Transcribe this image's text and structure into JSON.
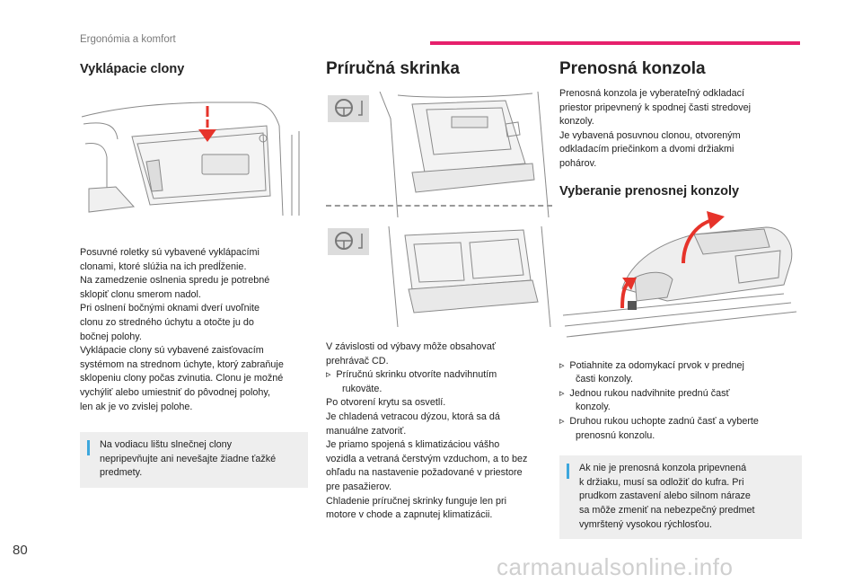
{
  "header": {
    "section": "Ergonómia a komfort",
    "accent": "#e6206c"
  },
  "page_number": "80",
  "watermark": "carmanualsonline.info",
  "col1": {
    "title": "Vyklápacie clony",
    "lines": [
      "Posuvné roletky sú vybavené vyklápacími",
      "clonami, ktoré slúžia na ich predĺženie.",
      "Na zamedzenie oslnenia spredu je potrebné",
      "sklopiť clonu smerom nadol.",
      "Pri oslnení bočnými oknami dverí uvoľnite",
      "clonu zo stredného úchytu a otočte ju do",
      "bočnej polohy.",
      "Vyklápacie clony sú vybavené zaisťovacím",
      "systémom na strednom úchyte, ktorý zabraňuje",
      "sklopeniu clony počas zvinutia. Clonu je možné",
      "vychýliť alebo umiestniť do pôvodnej polohy,",
      "len ak je vo zvislej polohe."
    ],
    "note": [
      "Na vodiacu lištu slnečnej clony",
      "nepripevňujte ani nevešajte žiadne ťažké",
      "predmety."
    ]
  },
  "col2": {
    "title": "Príručná skrinka",
    "lines": [
      "V závislosti od výbavy môže obsahovať",
      "prehrávač CD."
    ],
    "bullet": [
      "Príručnú skrinku otvoríte nadvihnutím",
      "rukoväte."
    ],
    "lines2": [
      "Po otvorení krytu sa osvetlí.",
      "Je chladená vetracou dýzou, ktorá sa dá",
      "manuálne zatvoriť.",
      "Je priamo spojená s klimatizáciou vášho",
      "vozidla a vetraná čerstvým vzduchom, a to bez",
      "ohľadu na nastavenie požadované v priestore",
      "pre pasažierov.",
      "Chladenie príručnej skrinky funguje len pri",
      "motore v chode a zapnutej klimatizácii."
    ]
  },
  "col3": {
    "title": "Prenosná konzola",
    "lines": [
      "Prenosná konzola je vyberateľný odkladací",
      "priestor pripevnený k spodnej časti stredovej",
      "konzoly.",
      "Je vybavená posuvnou clonou, otvoreným",
      "odkladacím priečinkom a dvomi držiakmi",
      "pohárov."
    ],
    "subtitle": "Vyberanie prenosnej konzoly",
    "bullets": [
      [
        "Potiahnite za odomykací prvok v prednej",
        "časti konzoly."
      ],
      [
        "Jednou rukou nadvihnite prednú časť",
        "konzoly."
      ],
      [
        "Druhou rukou uchopte zadnú časť a vyberte",
        "prenosnú konzolu."
      ]
    ],
    "note": [
      "Ak nie je prenosná konzola pripevnená",
      "k držiaku, musí sa odložiť do kufra. Pri",
      "prudkom zastavení alebo silnom náraze",
      "sa môže zmeniť na nebezpečný predmet",
      "vymrštený vysokou rýchlosťou."
    ]
  },
  "bullet_glyph": "",
  "icons": {
    "steering": "steering-wheel-icon",
    "arrow": "red-arrow-icon",
    "note": "info-bar-icon"
  }
}
